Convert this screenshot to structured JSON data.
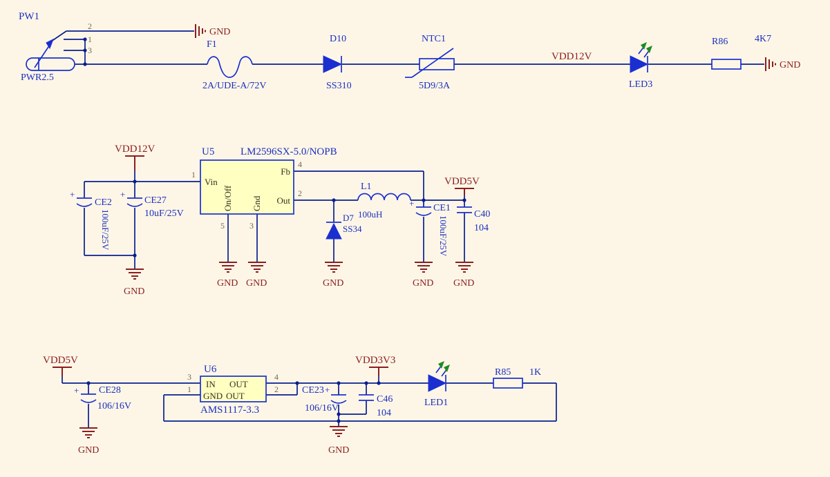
{
  "labels": {
    "gnd": "GND",
    "plus": "+"
  },
  "nets": {
    "vdd12v": "VDD12V",
    "vdd5v": "VDD5V",
    "vdd3v3": "VDD3V3"
  },
  "colors": {
    "background": "#fdf6e7",
    "wire": "#0a1e8e",
    "comp": "#1b2fd0",
    "labelblue": "#1b2fbf",
    "power": "#8b1d1d",
    "icfill": "#ffffc2",
    "pinnum": "#6b6b50",
    "pinname": "#33331f",
    "ledarrow": "#1f8c1f"
  },
  "connector": {
    "ref": "PW1",
    "value": "PWR2.5",
    "pin1": "1",
    "pin2": "2",
    "pin3": "3"
  },
  "fuse": {
    "ref": "F1",
    "value": "2A/UDE-A/72V"
  },
  "d10": {
    "ref": "D10",
    "value": "SS310"
  },
  "ntc": {
    "ref": "NTC1",
    "value": "5D9/3A"
  },
  "led3": {
    "ref": "LED3"
  },
  "r86": {
    "ref": "R86",
    "value": "4K7"
  },
  "u5": {
    "ref": "U5",
    "part": "LM2596SX-5.0/NOPB",
    "vin": "Vin",
    "onoff": "On/Off",
    "gnd": "Gnd",
    "fb": "Fb",
    "out": "Out",
    "n1": "1",
    "n2": "2",
    "n3": "3",
    "n4": "4",
    "n5": "5"
  },
  "ce2": {
    "ref": "CE2",
    "value": "100uF/25V"
  },
  "ce27": {
    "ref": "CE27",
    "value": "10uF/25V"
  },
  "d7": {
    "ref": "D7",
    "value": "SS34"
  },
  "l1": {
    "ref": "L1",
    "value": "100uH"
  },
  "ce1": {
    "ref": "CE1",
    "value": "100uF/25V"
  },
  "c40": {
    "ref": "C40",
    "value": "104"
  },
  "u6": {
    "ref": "U6",
    "part": "AMS1117-3.3",
    "pin_in": "IN",
    "out_top": "OUT",
    "pin_gnd": "GND",
    "out_bot": "OUT",
    "n1": "1",
    "n2": "2",
    "n3": "3",
    "n4": "4"
  },
  "ce28": {
    "ref": "CE28",
    "value": "106/16V"
  },
  "ce23": {
    "ref": "CE23",
    "value": "106/16V"
  },
  "c46": {
    "ref": "C46",
    "value": "104"
  },
  "led1": {
    "ref": "LED1"
  },
  "r85": {
    "ref": "R85",
    "value": "1K"
  }
}
